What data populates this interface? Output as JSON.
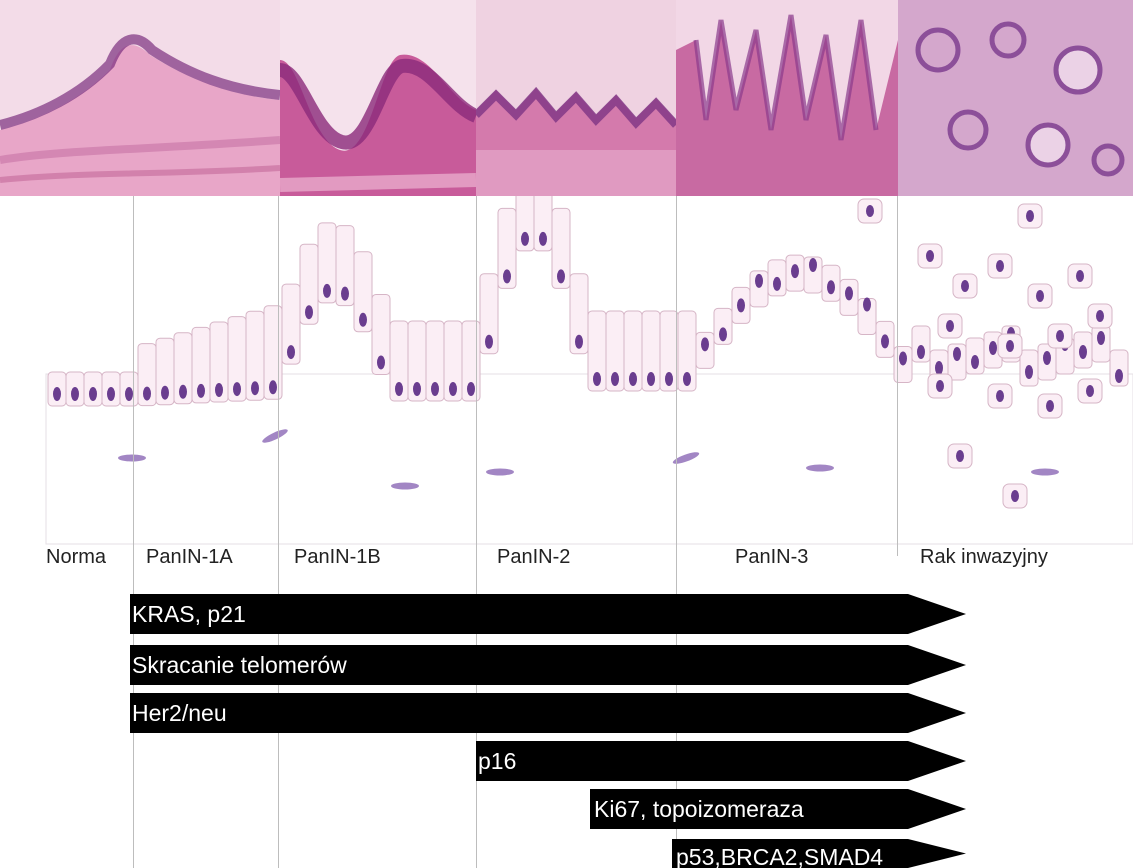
{
  "stages": [
    {
      "id": "norma",
      "label": "Norma"
    },
    {
      "id": "panin-1a",
      "label": "PanIN-1A"
    },
    {
      "id": "panin-1b",
      "label": "PanIN-1B"
    },
    {
      "id": "panin-2",
      "label": "PanIN-2"
    },
    {
      "id": "panin-3",
      "label": "PanIN-3"
    },
    {
      "id": "rak-inwazyjny",
      "label": "Rak inwazyjny"
    }
  ],
  "bars": [
    {
      "id": "kras",
      "label": "KRAS, p21",
      "start_stage": "PanIN-1A"
    },
    {
      "id": "telomery",
      "label": "Skracanie telomerów",
      "start_stage": "PanIN-1A"
    },
    {
      "id": "her2",
      "label": "Her2/neu",
      "start_stage": "PanIN-1A"
    },
    {
      "id": "p16",
      "label": "p16",
      "start_stage": "PanIN-2"
    },
    {
      "id": "ki67",
      "label": "Ki67, topoizomeraza",
      "start_stage": "PanIN-2"
    },
    {
      "id": "p53",
      "label": "p53,BRCA2,SMAD4",
      "start_stage": "PanIN-3"
    }
  ],
  "colors": {
    "bar": "#000000",
    "bar_text": "#ffffff",
    "divider": "#bdbdbd",
    "cell_fill": "#fbeef5",
    "cell_stroke": "#d6b5c6",
    "nucleus": "#6a3d8f",
    "stroma_nucleus": "#a286c4",
    "tissue_pink": "#e6a1c4",
    "tissue_purple": "#8c4f99"
  }
}
